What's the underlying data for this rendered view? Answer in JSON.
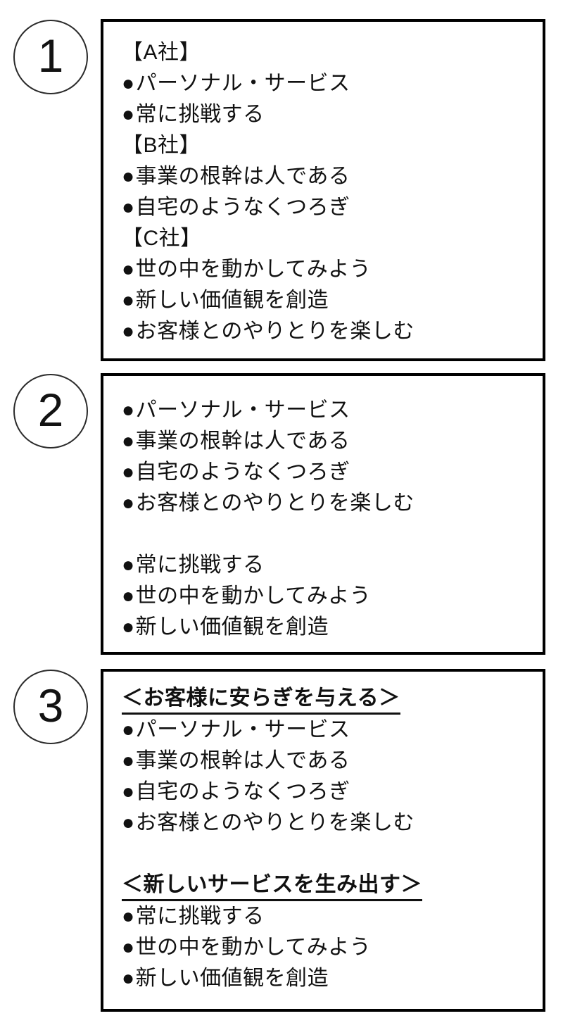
{
  "bullet_char": "●",
  "colors": {
    "background": "#ffffff",
    "border": "#000000",
    "text": "#111111"
  },
  "panels": [
    {
      "number": "1",
      "groups": [
        {
          "heading": "【A社】",
          "items": [
            "パーソナル・サービス",
            "常に挑戦する"
          ]
        },
        {
          "heading": "【B社】",
          "items": [
            "事業の根幹は人である",
            "自宅のようなくつろぎ"
          ]
        },
        {
          "heading": "【C社】",
          "items": [
            "世の中を動かしてみよう",
            "新しい価値観を創造",
            "お客様とのやりとりを楽しむ"
          ]
        }
      ]
    },
    {
      "number": "2",
      "groups": [
        {
          "heading": "",
          "items": [
            "パーソナル・サービス",
            "事業の根幹は人である",
            "自宅のようなくつろぎ",
            "お客様とのやりとりを楽しむ"
          ]
        },
        {
          "heading": "",
          "items": [
            "常に挑戦する",
            "世の中を動かしてみよう",
            "新しい価値観を創造"
          ]
        }
      ]
    },
    {
      "number": "3",
      "groups": [
        {
          "heading": "＜お客様に安らぎを与える＞",
          "items": [
            "パーソナル・サービス",
            "事業の根幹は人である",
            "自宅のようなくつろぎ",
            "お客様とのやりとりを楽しむ"
          ]
        },
        {
          "heading": "＜新しいサービスを生み出す＞",
          "items": [
            "常に挑戦する",
            "世の中を動かしてみよう",
            "新しい価値観を創造"
          ]
        }
      ]
    }
  ]
}
